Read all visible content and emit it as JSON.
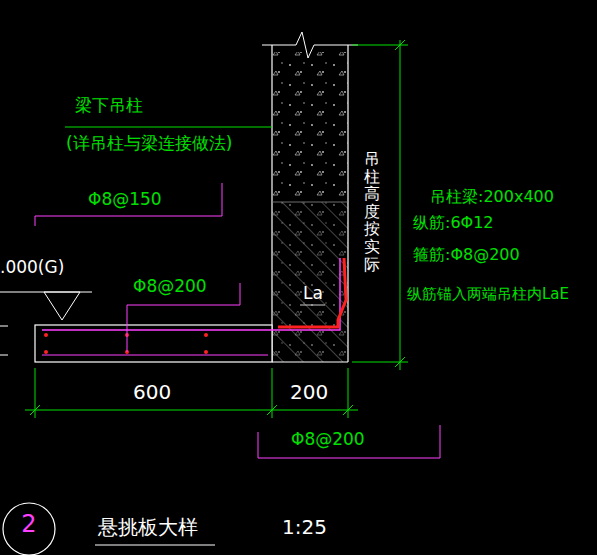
{
  "diagram": {
    "title": "悬挑板大样",
    "nodes": [
      {
        "text": [
          "2"
        ]
      }
    ],
    "labels": [
      "梁下吊柱",
      "(详吊柱与梁连接做法)",
      "Φ8@150",
      ".000(G)",
      "Φ8@200",
      "吊柱高度按实际",
      "La",
      "吊柱梁:200x400",
      "纵筋:6Φ12",
      "箍筋:Φ8@200",
      "纵筋锚入两端吊柱内LaE",
      "600",
      "200",
      "Φ8@200",
      "1:25"
    ]
  }
}
